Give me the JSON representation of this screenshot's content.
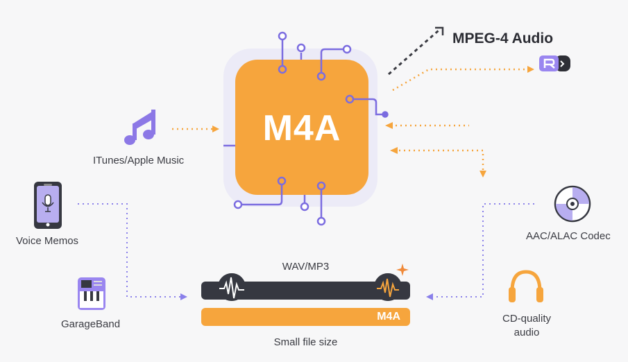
{
  "title": "MPEG-4 Audio",
  "center": {
    "label": "M4A"
  },
  "sources": [
    {
      "label": "ITunes/Apple Music",
      "icon": "music-note-icon"
    },
    {
      "label": "Voice Memos",
      "icon": "phone-microphone-icon"
    },
    {
      "label": "GarageBand",
      "icon": "piano-keyboard-icon"
    }
  ],
  "features": [
    {
      "label": "AAC/ALAC Codec",
      "icon": "disc-icon"
    },
    {
      "label": "CD-quality",
      "label2": "audio",
      "icon": "headphones-icon"
    }
  ],
  "comparison": {
    "top_label": "WAV/MP3",
    "bar_label": "M4A",
    "caption": "Small file size"
  },
  "colors": {
    "orange": "#f6a53d",
    "purple": "#7b6ce0",
    "dark": "#363841",
    "lavender": "#b8aef0"
  }
}
